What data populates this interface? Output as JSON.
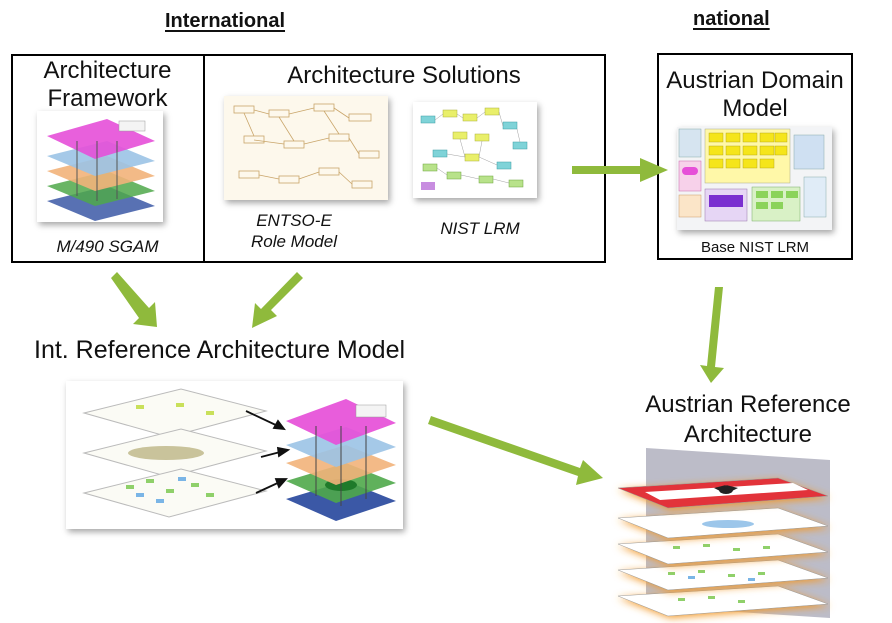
{
  "headers": {
    "international": "International",
    "national": "national"
  },
  "framework_box": {
    "title": "Architecture Framework",
    "caption": "M/490 SGAM"
  },
  "solutions_box": {
    "title": "Architecture Solutions",
    "items": [
      {
        "caption": "ENTSO-E Role Model"
      },
      {
        "caption": "NIST LRM"
      }
    ]
  },
  "austrian_domain_box": {
    "title": "Austrian Domain Model",
    "caption": "Base NIST  LRM"
  },
  "int_reference": {
    "title": "Int. Reference Architecture Model"
  },
  "austrian_reference": {
    "title": "Austrian Reference Architecture"
  },
  "colors": {
    "arrow": "#8fba3c",
    "pink": "#e64fd8",
    "austria_red": "#e2333a"
  }
}
